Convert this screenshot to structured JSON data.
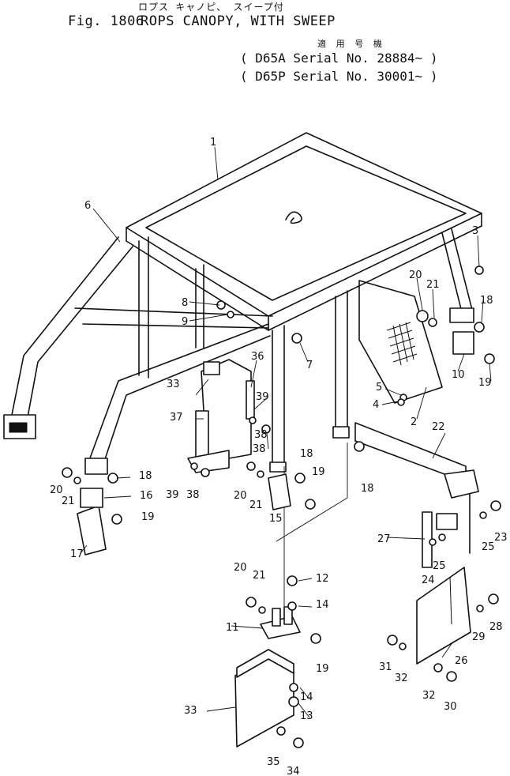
{
  "header": {
    "japanese_title": "ロプス キャノピ、 スイープ付",
    "figure_number": "Fig. 1806",
    "title": "ROPS CANOPY, WITH SWEEP",
    "applicable_models_label": "適 用 号 機",
    "serial_lines": [
      "( D65A Serial No. 28884~ )",
      "( D65P Serial No. 30001~ )"
    ]
  },
  "callouts": [
    {
      "id": "c1",
      "label": "1"
    },
    {
      "id": "c2",
      "label": "2"
    },
    {
      "id": "c3",
      "label": "3"
    },
    {
      "id": "c4",
      "label": "4"
    },
    {
      "id": "c5",
      "label": "5"
    },
    {
      "id": "c6",
      "label": "6"
    },
    {
      "id": "c7",
      "label": "7"
    },
    {
      "id": "c8",
      "label": "8"
    },
    {
      "id": "c9",
      "label": "9"
    },
    {
      "id": "c10",
      "label": "10"
    },
    {
      "id": "c11",
      "label": "11"
    },
    {
      "id": "c12",
      "label": "12"
    },
    {
      "id": "c13",
      "label": "13"
    },
    {
      "id": "c14a",
      "label": "14"
    },
    {
      "id": "c14b",
      "label": "14"
    },
    {
      "id": "c15",
      "label": "15"
    },
    {
      "id": "c16",
      "label": "16"
    },
    {
      "id": "c17",
      "label": "17"
    },
    {
      "id": "c18a",
      "label": "18"
    },
    {
      "id": "c18b",
      "label": "18"
    },
    {
      "id": "c18c",
      "label": "18"
    },
    {
      "id": "c18d",
      "label": "18"
    },
    {
      "id": "c19a",
      "label": "19"
    },
    {
      "id": "c19b",
      "label": "19"
    },
    {
      "id": "c19c",
      "label": "19"
    },
    {
      "id": "c19d",
      "label": "19"
    },
    {
      "id": "c20a",
      "label": "20"
    },
    {
      "id": "c20b",
      "label": "20"
    },
    {
      "id": "c20c",
      "label": "20"
    },
    {
      "id": "c20d",
      "label": "20"
    },
    {
      "id": "c21a",
      "label": "21"
    },
    {
      "id": "c21b",
      "label": "21"
    },
    {
      "id": "c21c",
      "label": "21"
    },
    {
      "id": "c21d",
      "label": "21"
    },
    {
      "id": "c22",
      "label": "22"
    },
    {
      "id": "c23",
      "label": "23"
    },
    {
      "id": "c24",
      "label": "24"
    },
    {
      "id": "c25a",
      "label": "25"
    },
    {
      "id": "c25b",
      "label": "25"
    },
    {
      "id": "c26",
      "label": "26"
    },
    {
      "id": "c27",
      "label": "27"
    },
    {
      "id": "c28",
      "label": "28"
    },
    {
      "id": "c29",
      "label": "29"
    },
    {
      "id": "c30",
      "label": "30"
    },
    {
      "id": "c31",
      "label": "31"
    },
    {
      "id": "c32a",
      "label": "32"
    },
    {
      "id": "c32b",
      "label": "32"
    },
    {
      "id": "c33a",
      "label": "33"
    },
    {
      "id": "c33b",
      "label": "33"
    },
    {
      "id": "c34",
      "label": "34"
    },
    {
      "id": "c35",
      "label": "35"
    },
    {
      "id": "c36",
      "label": "36"
    },
    {
      "id": "c37",
      "label": "37"
    },
    {
      "id": "c38a",
      "label": "38"
    },
    {
      "id": "c38b",
      "label": "38"
    },
    {
      "id": "c38c",
      "label": "38"
    },
    {
      "id": "c39a",
      "label": "39"
    },
    {
      "id": "c39b",
      "label": "39"
    }
  ]
}
